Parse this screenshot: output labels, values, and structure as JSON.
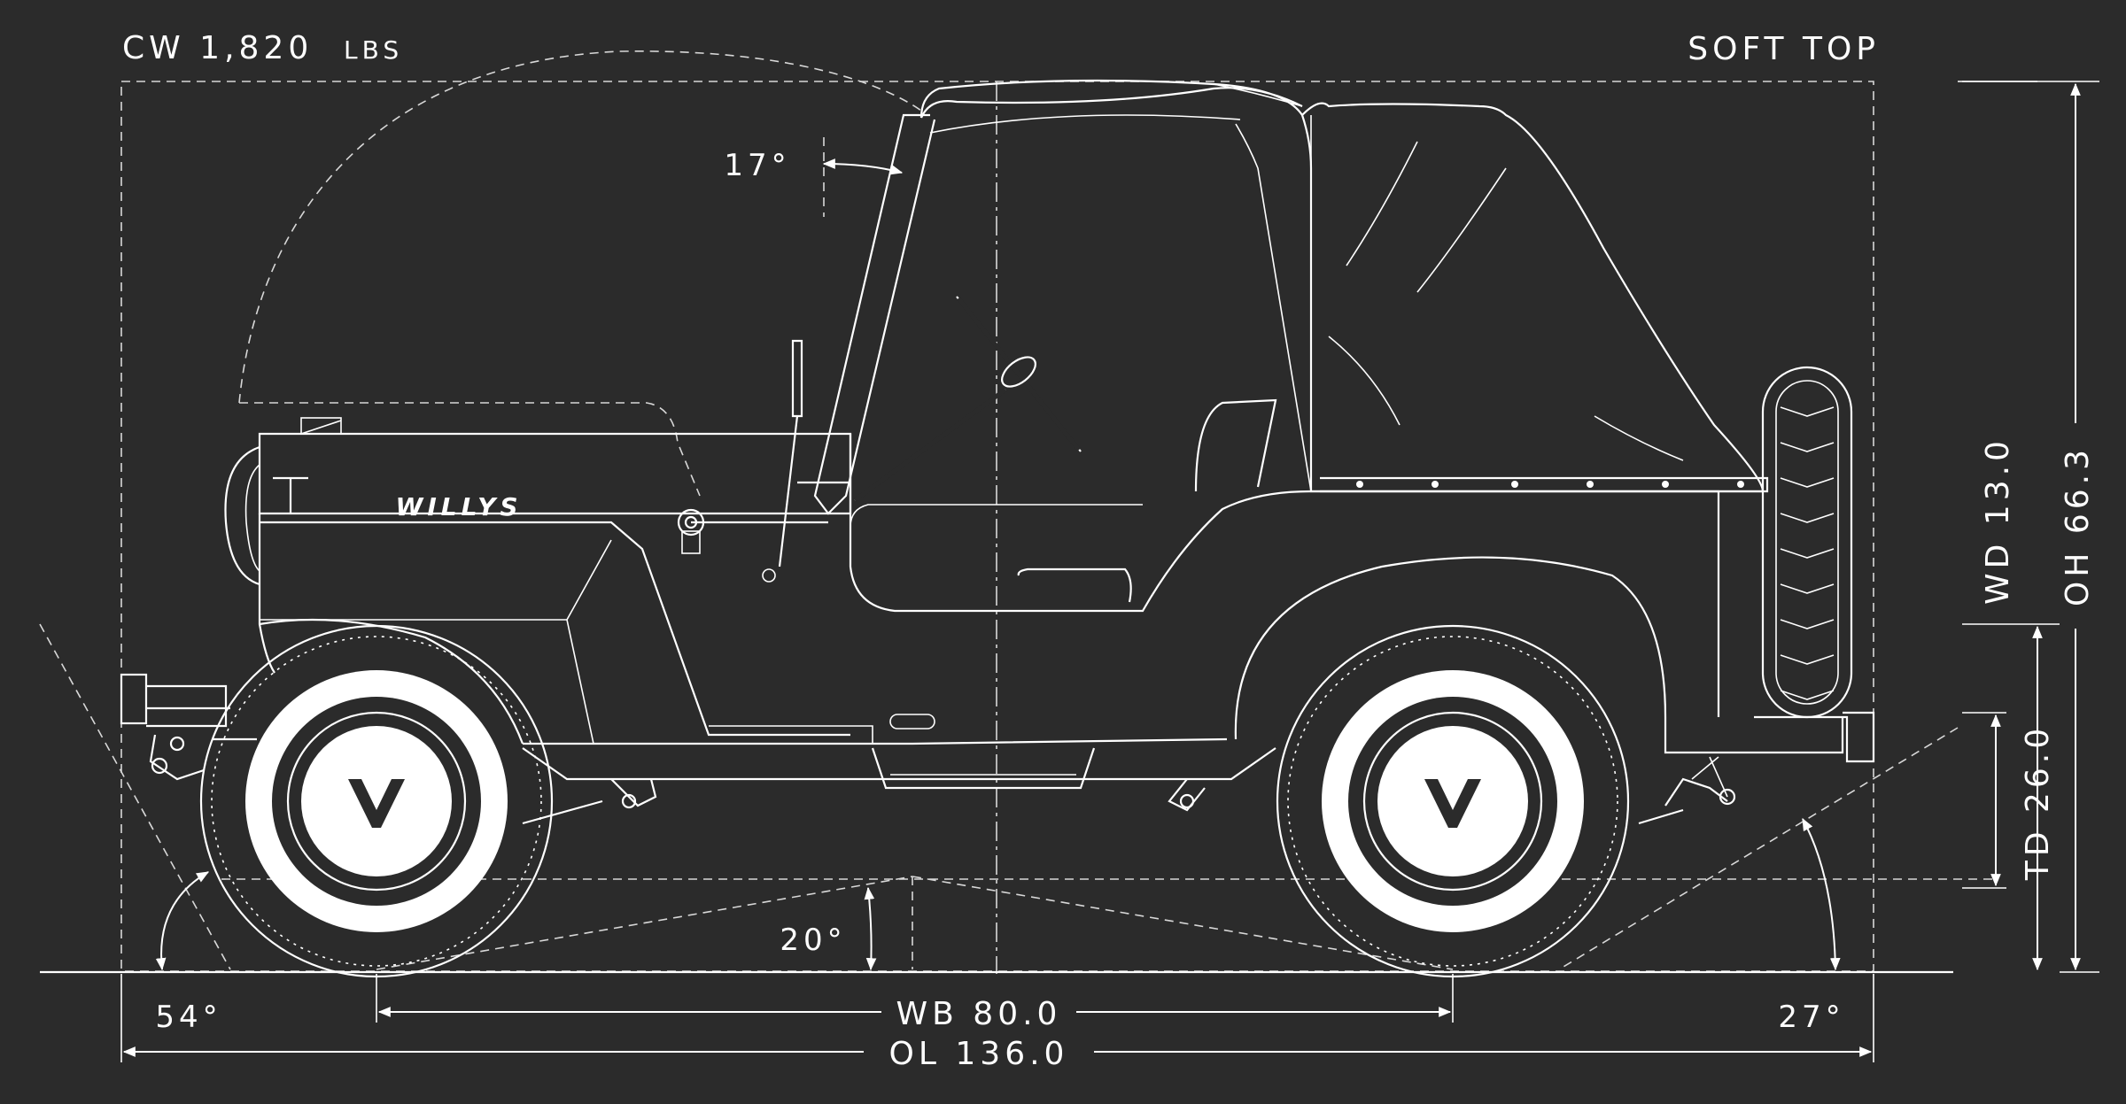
{
  "header": {
    "curb_weight": "CW 1,820",
    "curb_weight_unit": "LBS",
    "top_type": "SOFT TOP"
  },
  "vehicle": {
    "badge": "WILLYS"
  },
  "angles": {
    "windshield": "17°",
    "approach": "54°",
    "breakover": "20°",
    "departure": "27°"
  },
  "dimensions": {
    "wheelbase": "WB 80.0",
    "overall_length": "OL 136.0",
    "wheel_diameter": "WD 13.0",
    "tire_diameter": "TD 26.0",
    "overall_height": "OH 66.3"
  },
  "colors": {
    "background": "#2b2b2b",
    "line": "#ffffff"
  }
}
